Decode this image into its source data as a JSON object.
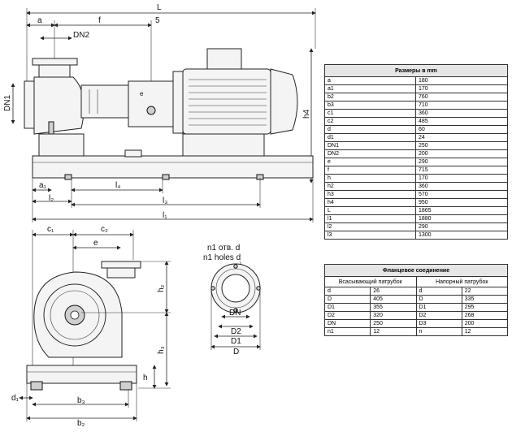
{
  "labels": {
    "L": "L",
    "a": "a",
    "f": "f",
    "five": "5",
    "DN2": "DN2",
    "DN1": "DN1",
    "h4": "h4",
    "a1": "a₁",
    "l2": "l₂",
    "l4": "l₄",
    "l3": "l₃",
    "l1": "l₁",
    "c1": "c₁",
    "c2": "c₂",
    "e": "e",
    "h2": "h₂",
    "h3": "h₃",
    "h": "h",
    "d1": "d₁",
    "b3": "b₃",
    "b2": "b₂",
    "holes_ru": "n1 отв. d",
    "holes_en": "n1 holes d",
    "DN": "DN",
    "D2": "D2",
    "D1": "D1",
    "D": "D"
  },
  "sizes": {
    "title": "Размеры в mm",
    "rows": [
      {
        "k": "a",
        "v": "180"
      },
      {
        "k": "a1",
        "v": "170"
      },
      {
        "k": "b2",
        "v": "760"
      },
      {
        "k": "b3",
        "v": "710"
      },
      {
        "k": "c1",
        "v": "360"
      },
      {
        "k": "c2",
        "v": "485"
      },
      {
        "k": "d",
        "v": "60"
      },
      {
        "k": "d1",
        "v": "24"
      },
      {
        "k": "DN1",
        "v": "250"
      },
      {
        "k": "DN2",
        "v": "200"
      },
      {
        "k": "e",
        "v": "290"
      },
      {
        "k": "f",
        "v": "715"
      },
      {
        "k": "h",
        "v": "170"
      },
      {
        "k": "h2",
        "v": "360"
      },
      {
        "k": "h3",
        "v": "570"
      },
      {
        "k": "h4",
        "v": "950"
      },
      {
        "k": "L",
        "v": "1865"
      },
      {
        "k": "l1",
        "v": "1880"
      },
      {
        "k": "l2",
        "v": "290"
      },
      {
        "k": "l3",
        "v": "1300"
      }
    ]
  },
  "flange": {
    "title": "Фланцевое соединение",
    "suction_title": "Всасывающий патрубок",
    "discharge_title": "Напорный патрубок",
    "rows": [
      {
        "k1": "d",
        "v1": "26",
        "k2": "d",
        "v2": "22"
      },
      {
        "k1": "D",
        "v1": "405",
        "k2": "D",
        "v2": "335"
      },
      {
        "k1": "D1",
        "v1": "355",
        "k2": "D1",
        "v2": "295"
      },
      {
        "k1": "D2",
        "v1": "320",
        "k2": "D2",
        "v2": "268"
      },
      {
        "k1": "DN",
        "v1": "250",
        "k2": "D3",
        "v2": "200"
      },
      {
        "k1": "n1",
        "v1": "12",
        "k2": "n",
        "v2": "12"
      }
    ]
  }
}
